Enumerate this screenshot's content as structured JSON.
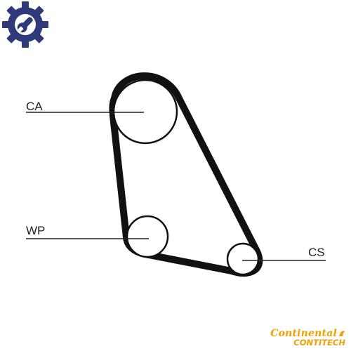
{
  "labels": {
    "ca": "CA",
    "wp": "WP",
    "cs": "CS"
  },
  "logo": {
    "icon": "gear-wrench-icon",
    "color": "#2f3a7a"
  },
  "brand": {
    "line1": "Continental",
    "line2": "CONTITECH",
    "color": "#f0a000"
  },
  "belt_color": "#111111"
}
